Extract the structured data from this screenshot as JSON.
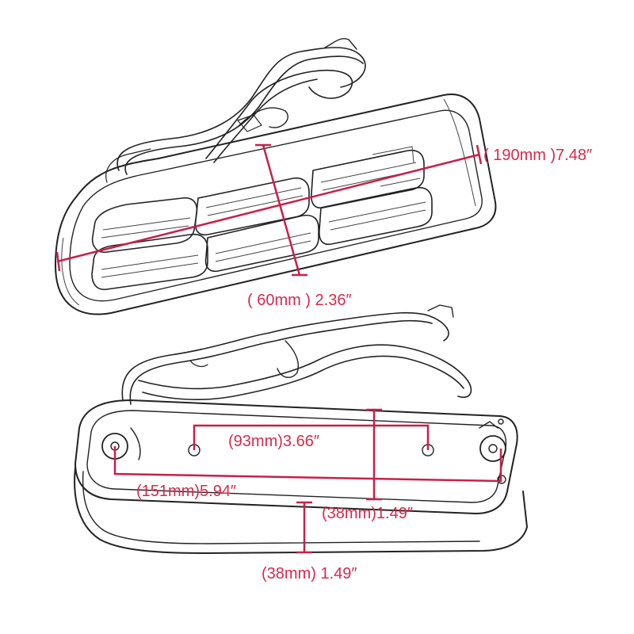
{
  "colors": {
    "dimension": "#c8204a",
    "label": "#d62a4e",
    "sketch": "#222222",
    "background": "#ffffff"
  },
  "top_view": {
    "length_label": "( 190mm )7.48″",
    "width_label": "( 60mm ) 2.36″"
  },
  "bottom_view": {
    "inner_holes_label": "(93mm)3.66″",
    "outer_holes_label": "(151mm)5.94″",
    "upper_height_label": "(38mm)1.49″",
    "lower_height_label": "(38mm) 1.49″"
  }
}
